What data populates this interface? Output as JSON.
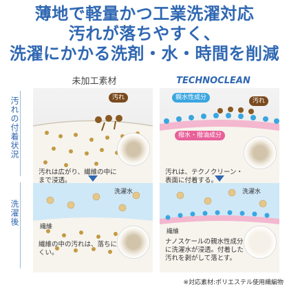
{
  "headline": {
    "line1": "薄地で軽量かつ工業洗濯対応",
    "line2": "汚れが落ちやすく、",
    "line3": "洗濯にかかる洗剤・水・時間を削減"
  },
  "columns": {
    "left": "未加工素材",
    "right": "TECHNOCLEAN"
  },
  "rows": {
    "top": "汚れの付着状況",
    "bottom": "洗濯後"
  },
  "panels": {
    "top_left": {
      "tag": "汚れ",
      "caption": "汚れは広がり、繊維の中にまで浸透。"
    },
    "top_right": {
      "tag_hydrophilic": "親水性成分",
      "tag_dirt": "汚れ",
      "tag_repellent": "撥水・撥油成分",
      "caption": "汚れは、テクノクリーン・表面に付着する。"
    },
    "bottom_left": {
      "water": "洗濯水",
      "fiber": "繊維",
      "caption": "繊維の中の汚れは、落ちにくい。"
    },
    "bottom_right": {
      "water": "洗濯水",
      "fiber": "繊維",
      "caption": "ナノスケールの親水性成分に洗濯水が浸透。付着した汚れを剥がして落とす。"
    }
  },
  "footnote": "※対応素材:ポリエステル使用織編物",
  "colors": {
    "accent": "#2f67b2",
    "dirt": "#8a5a22",
    "hydrophilic": "#3aa6e0",
    "repellent": "#e8609a",
    "water": "#b8dcf2",
    "fiber": "#e9c9d8"
  }
}
